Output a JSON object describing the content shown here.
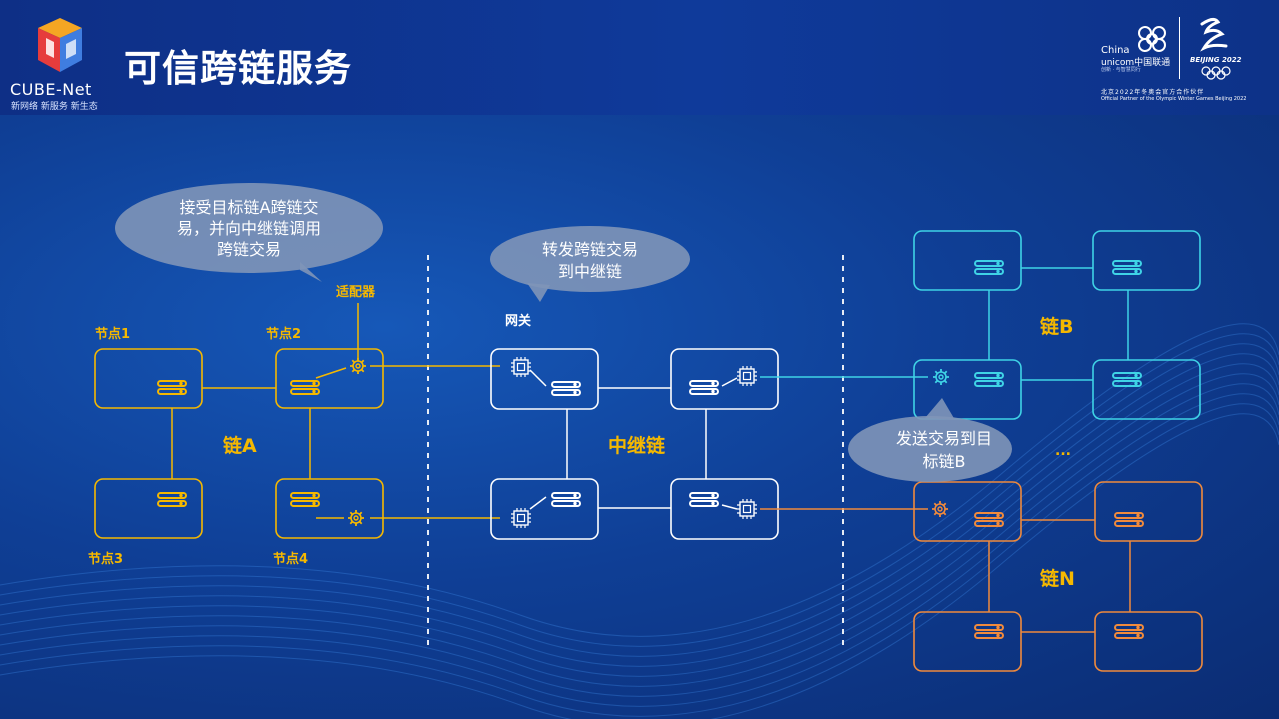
{
  "header": {
    "title": "可信跨链服务",
    "logo_text": "CUBE-Net",
    "logo_sub": "新网络 新服务 新生态",
    "brand_line1": "China",
    "brand_line2": "unicom中国联通",
    "brand_line3": "创新 · 与智慧同行",
    "beijing_text": "BEIJING 2022",
    "partner_cn": "北京2022年冬奥会官方合作伙伴",
    "partner_en": "Official Partner of the Olympic Winter Games Beijing 2022"
  },
  "diagram": {
    "bubbles": {
      "adapter_bubble": [
        "接受目标链A跨链交",
        "易，并向中继链调用",
        "跨链交易"
      ],
      "relay_bubble": [
        "转发跨链交易",
        "到中继链"
      ],
      "send_bubble": [
        "发送交易到目",
        "标链B"
      ]
    },
    "labels": {
      "node1": "节点1",
      "node2": "节点2",
      "node3": "节点3",
      "node4": "节点4",
      "adapter": "适配器",
      "gateway": "网关",
      "chainA": "链A",
      "relay_chain": "中继链",
      "chainB": "链B",
      "chainN": "链N",
      "ellipsis": "..."
    },
    "colors": {
      "chainA": "#f5b800",
      "relay": "#ffffff",
      "chainB": "#3fd3e6",
      "chainN": "#f08a3c",
      "title": "#ffffff"
    }
  }
}
